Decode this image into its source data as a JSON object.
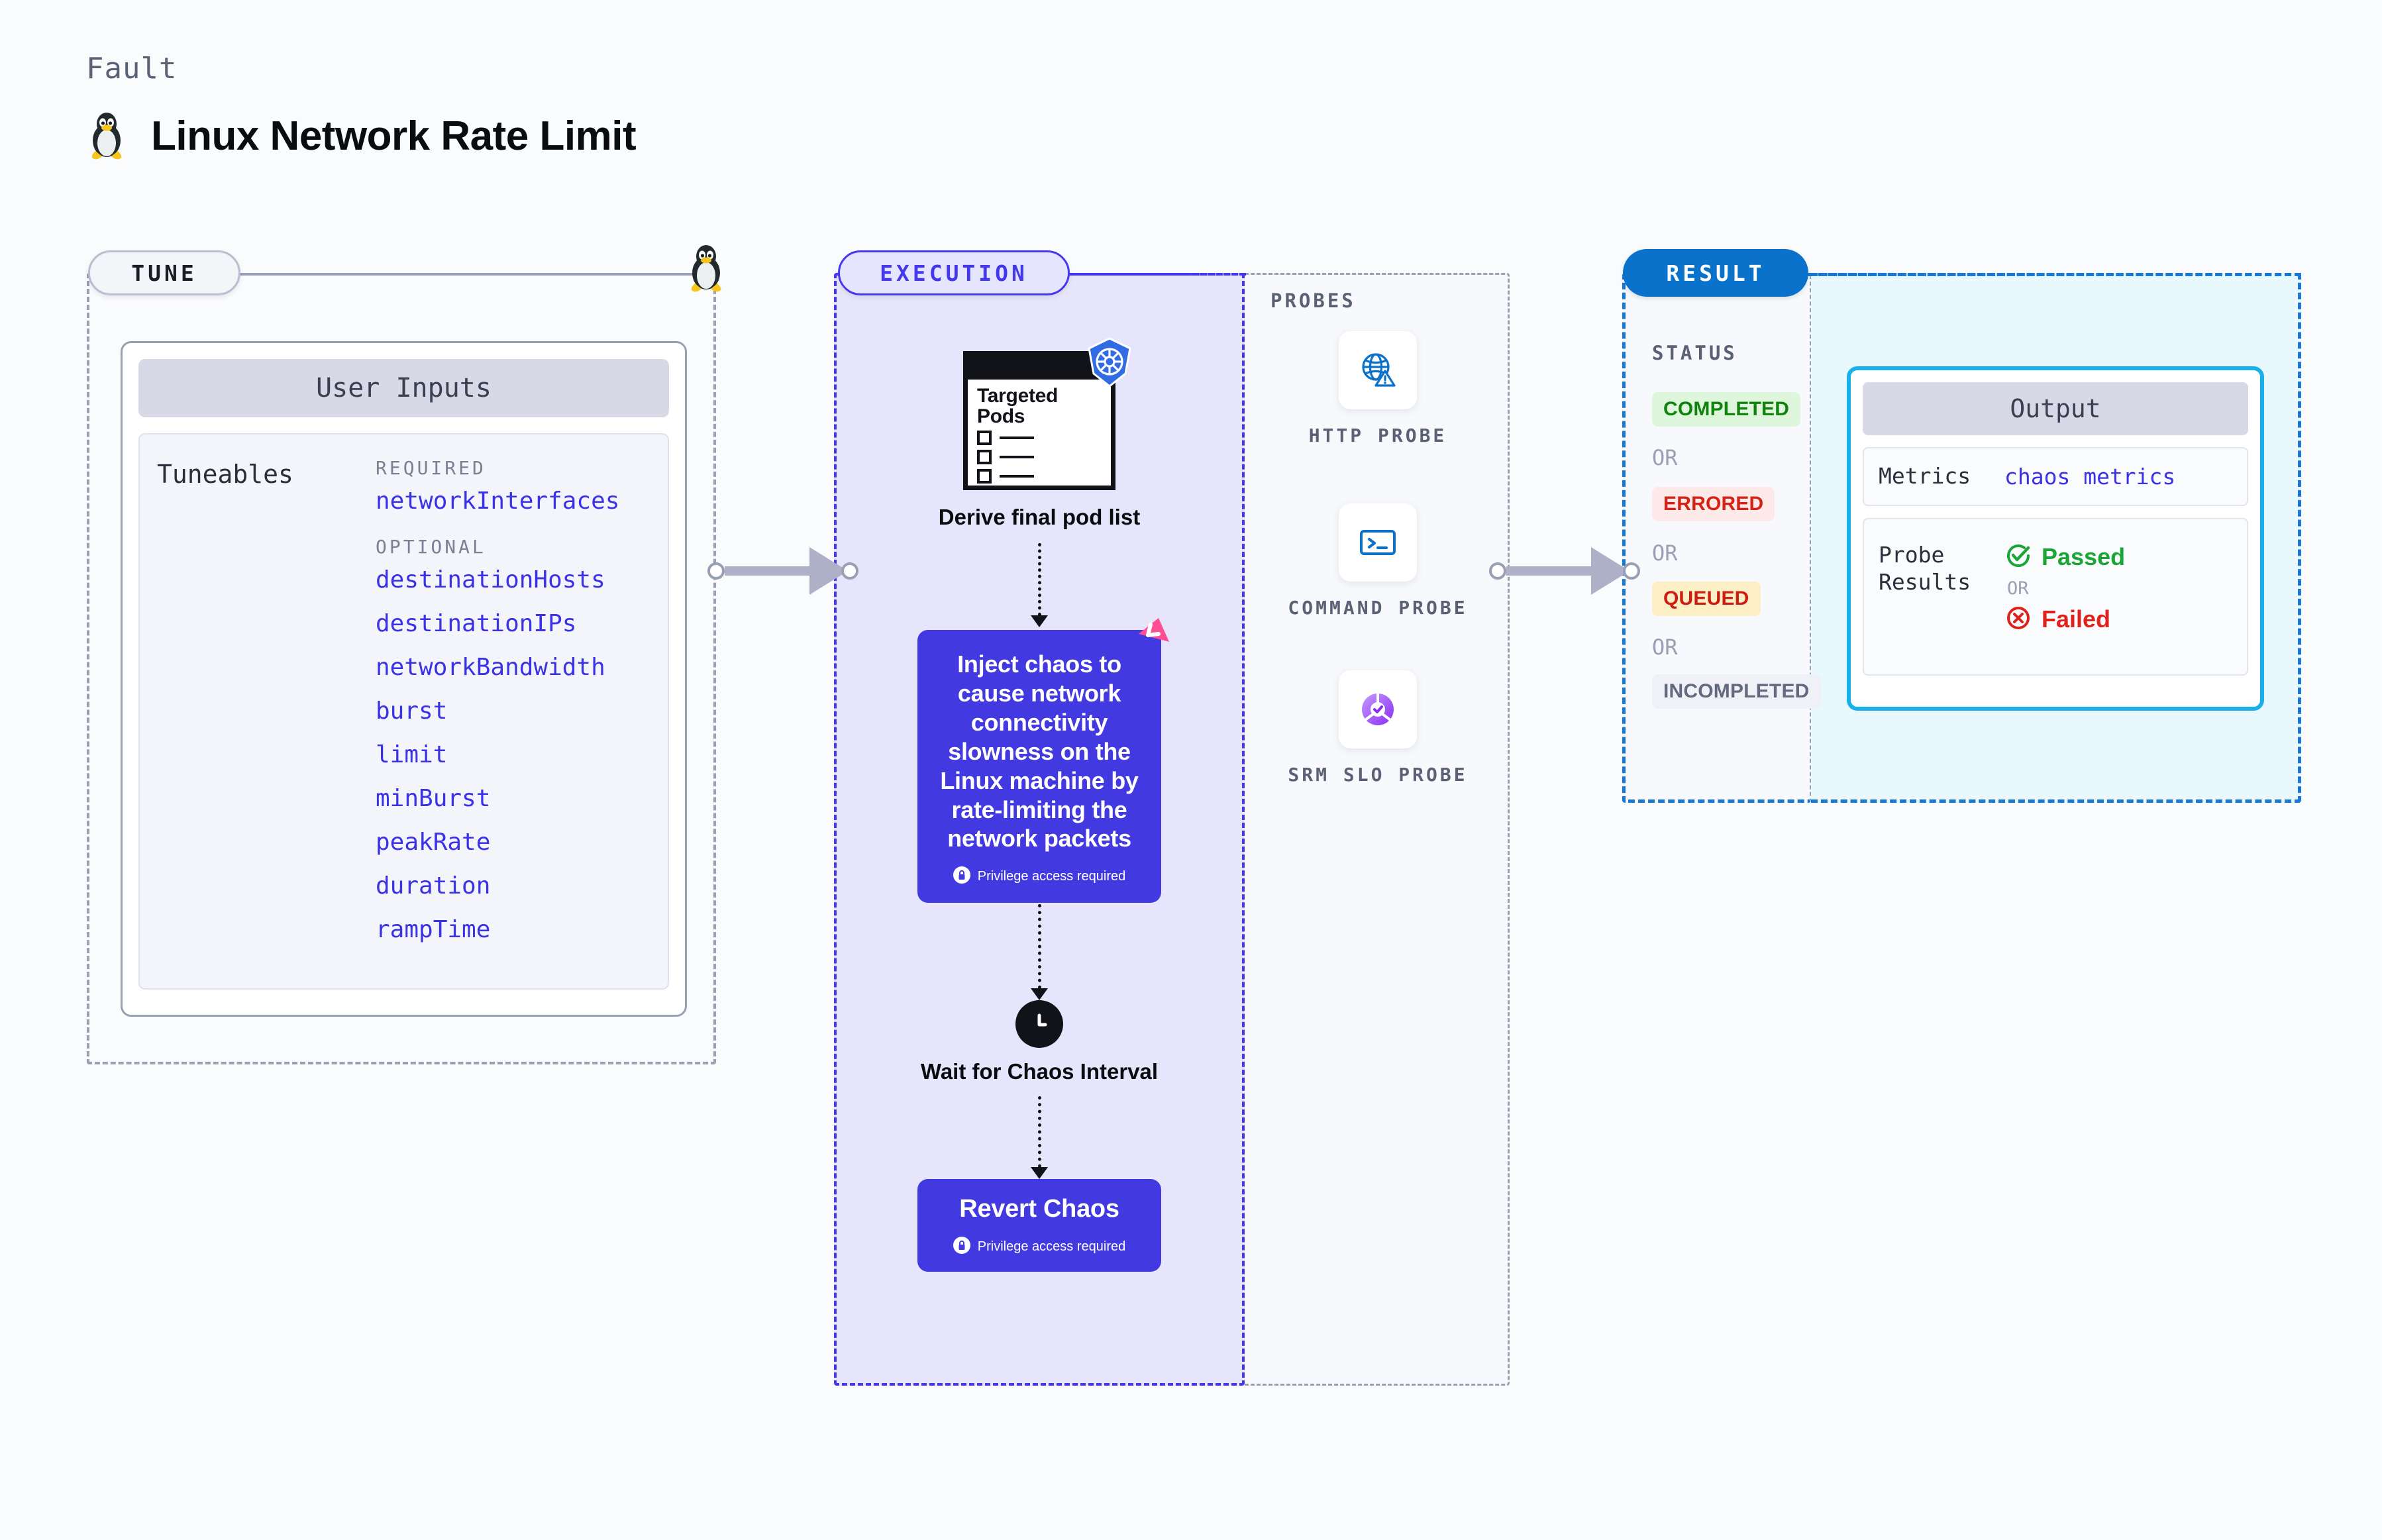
{
  "header": {
    "eyebrow": "Fault",
    "title": "Linux Network Rate Limit",
    "icon": "linux-penguin-icon"
  },
  "tune": {
    "chip_label": "TUNE",
    "card_title": "User Inputs",
    "tuneables_label": "Tuneables",
    "required_label": "REQUIRED",
    "optional_label": "OPTIONAL",
    "required": [
      "networkInterfaces"
    ],
    "optional": [
      "destinationHosts",
      "destinationIPs",
      "networkBandwidth",
      "burst",
      "limit",
      "minBurst",
      "peakRate",
      "duration",
      "rampTime"
    ]
  },
  "execution": {
    "chip_label": "EXECUTION",
    "pods_card_title": "Targeted Pods",
    "pods_badge_icon": "kubernetes-icon",
    "step1_caption": "Derive final pod list",
    "chaos_text": "Inject chaos to cause network connectivity slowness on the Linux machine by rate-limiting the network packets",
    "chaos_badge_icon": "litmuschaos-icon",
    "privilege_note": "Privilege access required",
    "privilege_icon": "lock-icon",
    "wait_icon": "clock-icon",
    "wait_caption": "Wait for Chaos Interval",
    "revert_title": "Revert Chaos",
    "revert_privilege_note": "Privilege access required"
  },
  "probes": {
    "section_label": "PROBES",
    "items": [
      {
        "name": "HTTP PROBE",
        "icon": "globe-warning-icon"
      },
      {
        "name": "COMMAND PROBE",
        "icon": "terminal-icon"
      },
      {
        "name": "SRM SLO PROBE",
        "icon": "slo-gauge-check-icon"
      }
    ]
  },
  "result": {
    "chip_label": "RESULT",
    "status_label": "STATUS",
    "or_label": "OR",
    "statuses": [
      {
        "label": "COMPLETED",
        "fg": "#12820f",
        "bg": "#ddf6dc"
      },
      {
        "label": "ERRORED",
        "fg": "#d42216",
        "bg": "#fdeae8"
      },
      {
        "label": "QUEUED",
        "fg": "#cc1d12",
        "bg": "#fcefc6"
      },
      {
        "label": "INCOMPLETED",
        "fg": "#636a80",
        "bg": "#eff1f6"
      }
    ],
    "output": {
      "title": "Output",
      "metrics_key": "Metrics",
      "metrics_value": "chaos metrics",
      "probe_results_key": "Probe Results",
      "passed_label": "Passed",
      "failed_label": "Failed",
      "or_label": "OR",
      "passed_icon": "check-circle-icon",
      "failed_icon": "x-circle-icon"
    }
  },
  "colors": {
    "accent_purple": "#4338eb",
    "accent_blue": "#0b72cc",
    "output_border": "#18b0e8",
    "tunable_link": "#3a32e8",
    "connector": "#adb0c6"
  }
}
